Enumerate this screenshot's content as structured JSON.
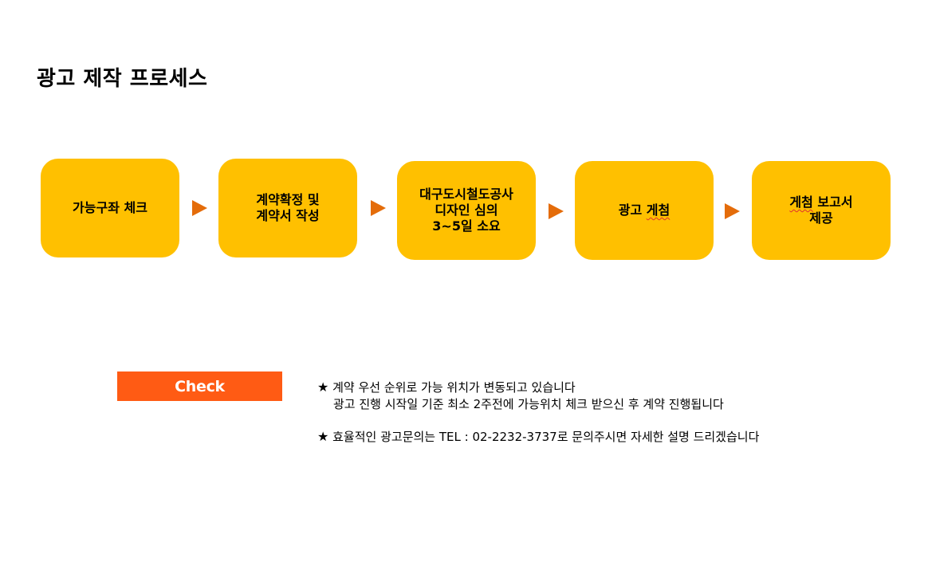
{
  "page": {
    "title": "광고 제작 프로세스"
  },
  "process": {
    "steps": [
      {
        "label": "가능구좌 체크"
      },
      {
        "label": "계약확정 및\n계약서 작성"
      },
      {
        "label": "대구도시철도공사\n디자인 심의\n3~5일 소요"
      },
      {
        "label": "광고 게첨"
      },
      {
        "label": "게첨 보고서\n제공"
      }
    ],
    "colors": {
      "box": "#FFC000",
      "arrow": "#E46C0A"
    },
    "arrow_icon": "triangle-right-icon"
  },
  "check": {
    "label": "Check",
    "color": "#FF5B14"
  },
  "notes": {
    "star_icon": "★",
    "line1": "계약 우선 순위로 가능 위치가 변동되고 있습니다",
    "line2": "광고 진행 시작일 기준 최소 2주전에 가능위치 체크 받으신 후 계약 진행됩니다",
    "line3": "효율적인 광고문의는 TEL : 02-2232-3737로 문의주시면 자세한 설명 드리겠습니다"
  }
}
